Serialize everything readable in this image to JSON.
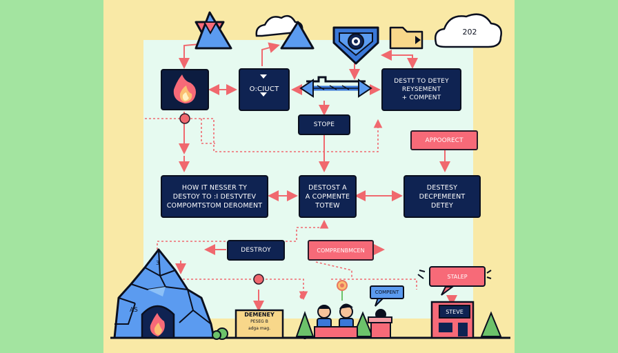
{
  "cloud_right": {
    "text": "202"
  },
  "nodes": {
    "object_box": {
      "line1": "O:CIUCT"
    },
    "right_top_box": {
      "line1": "DESTT TO DETEY",
      "line2": "REYSEMENT",
      "line3": "+ COMPENT"
    },
    "shope": {
      "label": "STOPE"
    },
    "apporect": {
      "label": "APPOORECT"
    },
    "left_mid_box": {
      "line1": "HOW IT NESSER TY",
      "line2": "DESTOY TO :I DESTVTEV",
      "line3": "COMPOMTSTOM DEROMENT"
    },
    "center_box": {
      "line1": "DESTOST A",
      "line2": "A COPMENTE",
      "line3": "TOTEW"
    },
    "right_mid_box": {
      "line1": "DESTESY",
      "line2": "DECPEMEENT",
      "line3": "DETEY"
    },
    "destroy": {
      "label": "DESTROY"
    },
    "compremen": {
      "label": "COMPRENBMCEN"
    },
    "compent_bubble": {
      "label": "COMPENT"
    },
    "stalep_bubble": {
      "label": "STALEP"
    },
    "steve_sign": {
      "label": "STEVE"
    },
    "demeney_sign": {
      "line1": "DEMENEY",
      "line2": "PESEG B",
      "line3": "adga mag."
    }
  },
  "colors": {
    "background": "#a3e4a0",
    "panel": "#f9e9a6",
    "canvas": "#e6faf0",
    "node": "#0f2352",
    "accent": "#f76a78",
    "arrow": "#f0686e",
    "crystal": "#5b9bf0"
  },
  "icons": [
    "triangle-icon",
    "cloud-icon",
    "hexagon-eye-icon",
    "folder-icon",
    "flame-icon",
    "double-arrow-icon",
    "crystal-mountain-icon",
    "person-icon",
    "tree-icon",
    "flower-icon"
  ]
}
